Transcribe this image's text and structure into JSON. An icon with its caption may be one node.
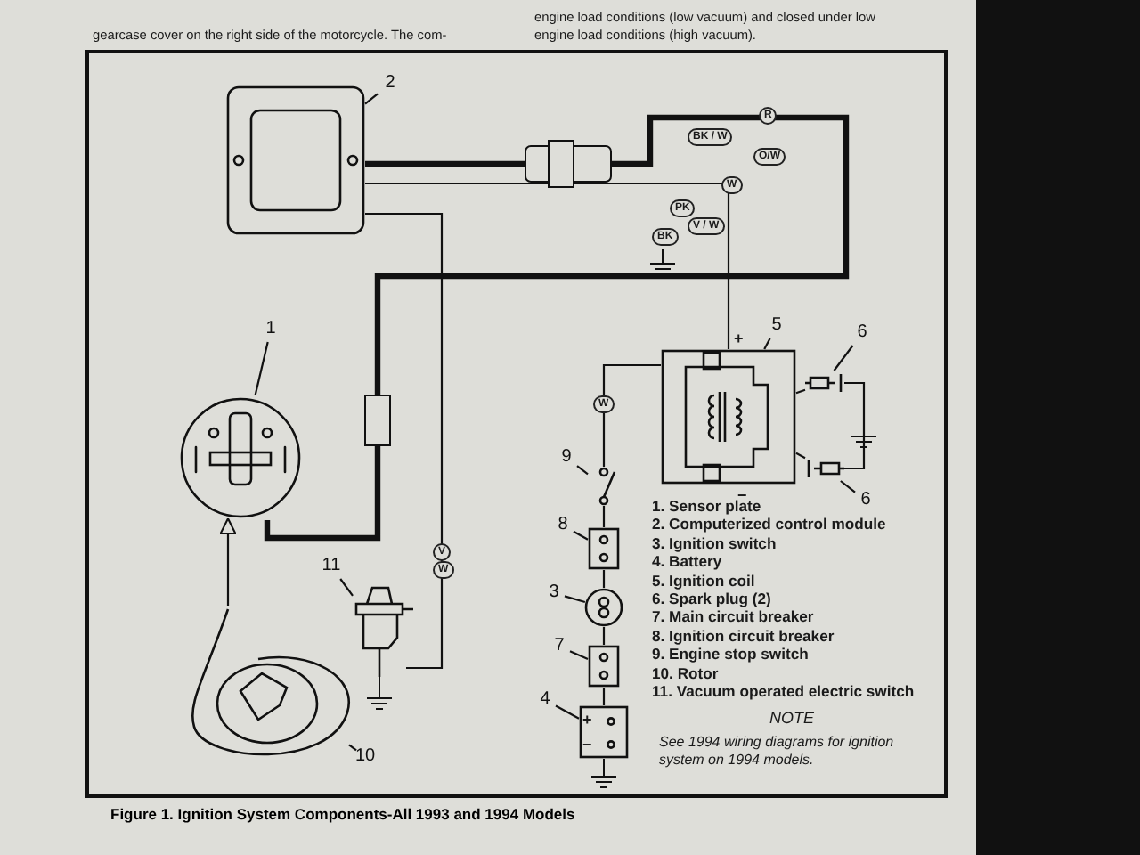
{
  "diagram": {
    "caption": "Figure 1. Ignition System Components-All 1993 and 1994 Models",
    "nodes": [
      {
        "text": [
          "1"
        ]
      },
      {
        "text": [],
        "shape": "picture"
      },
      {
        "text": [
          "2"
        ]
      },
      {
        "text": [],
        "shape": "box"
      },
      {
        "text": [
          "3"
        ]
      },
      {
        "text": [],
        "shape": "circle"
      },
      {
        "text": [
          "4"
        ]
      },
      {
        "text": [],
        "shape": "box"
      },
      {
        "text": [
          "5"
        ]
      },
      {
        "text": [],
        "shape": "box"
      },
      {
        "text": [
          "6"
        ]
      },
      {
        "text": [],
        "shape": "picture"
      },
      {
        "text": [
          "6"
        ]
      },
      {
        "text": [],
        "shape": "picture"
      },
      {
        "text": [
          "7"
        ]
      },
      {
        "text": [],
        "shape": "box"
      },
      {
        "text": [
          "8"
        ]
      },
      {
        "text": [],
        "shape": "box"
      },
      {
        "text": [
          "9"
        ]
      },
      {
        "text": [],
        "shape": "picture"
      },
      {
        "text": [
          "10"
        ]
      },
      {
        "text": [],
        "shape": "picture"
      },
      {
        "text": [
          "11"
        ]
      },
      {
        "text": [],
        "shape": "picture"
      }
    ],
    "edges": [
      {
        "from": 0,
        "to": 1,
        "arrow": "none"
      },
      {
        "from": 2,
        "to": 3,
        "arrow": "none"
      },
      {
        "from": 4,
        "to": 5,
        "arrow": "none"
      },
      {
        "from": 6,
        "to": 7,
        "arrow": "none"
      },
      {
        "from": 8,
        "to": 9,
        "arrow": "none"
      },
      {
        "from": 10,
        "to": 11,
        "arrow": "none"
      },
      {
        "from": 12,
        "to": 13,
        "arrow": "none"
      },
      {
        "from": 14,
        "to": 15,
        "arrow": "none"
      },
      {
        "from": 16,
        "to": 17,
        "arrow": "none"
      },
      {
        "from": 18,
        "to": 19,
        "arrow": "none"
      },
      {
        "from": 20,
        "to": 21,
        "arrow": "none"
      },
      {
        "from": 22,
        "to": 23,
        "arrow": "none"
      },
      {
        "from": 21,
        "to": 1,
        "arrow": "to"
      },
      {
        "from": 3,
        "to": 1,
        "arrow": "none",
        "style": "thick"
      },
      {
        "from": 3,
        "to": 9,
        "arrow": "none"
      },
      {
        "from": 3,
        "to": 23,
        "arrow": "none"
      },
      {
        "from": 7,
        "to": 15,
        "arrow": "none"
      },
      {
        "from": 15,
        "to": 5,
        "arrow": "none"
      },
      {
        "from": 5,
        "to": 17,
        "arrow": "none"
      },
      {
        "from": 17,
        "to": 19,
        "arrow": "none"
      },
      {
        "from": 19,
        "to": 9,
        "arrow": "none"
      },
      {
        "from": 9,
        "to": 11,
        "arrow": "none"
      },
      {
        "from": 9,
        "to": 13,
        "arrow": "none"
      },
      {
        "from": 11,
        "to": 13,
        "arrow": "none"
      }
    ],
    "labels": [
      "gearcase cover on the right side of the motorcycle. The com-",
      "engine load conditions (low vacuum) and closed under low",
      "engine load conditions (high vacuum).",
      "R",
      "BK / W",
      "O/W",
      "W",
      "PK",
      "BK",
      "V / W",
      "+",
      "−",
      "W",
      "V",
      "W",
      "+",
      "−",
      "1. Sensor plate",
      "2. Computerized control module",
      "3. Ignition switch",
      "4. Battery",
      "5. Ignition coil",
      "6. Spark plug (2)",
      "7. Main circuit breaker",
      "8. Ignition circuit breaker",
      "9. Engine stop switch",
      "10. Rotor",
      "11. Vacuum operated electric switch",
      "NOTE",
      "See 1994 wiring diagrams for ignition system on 1994 models."
    ]
  }
}
